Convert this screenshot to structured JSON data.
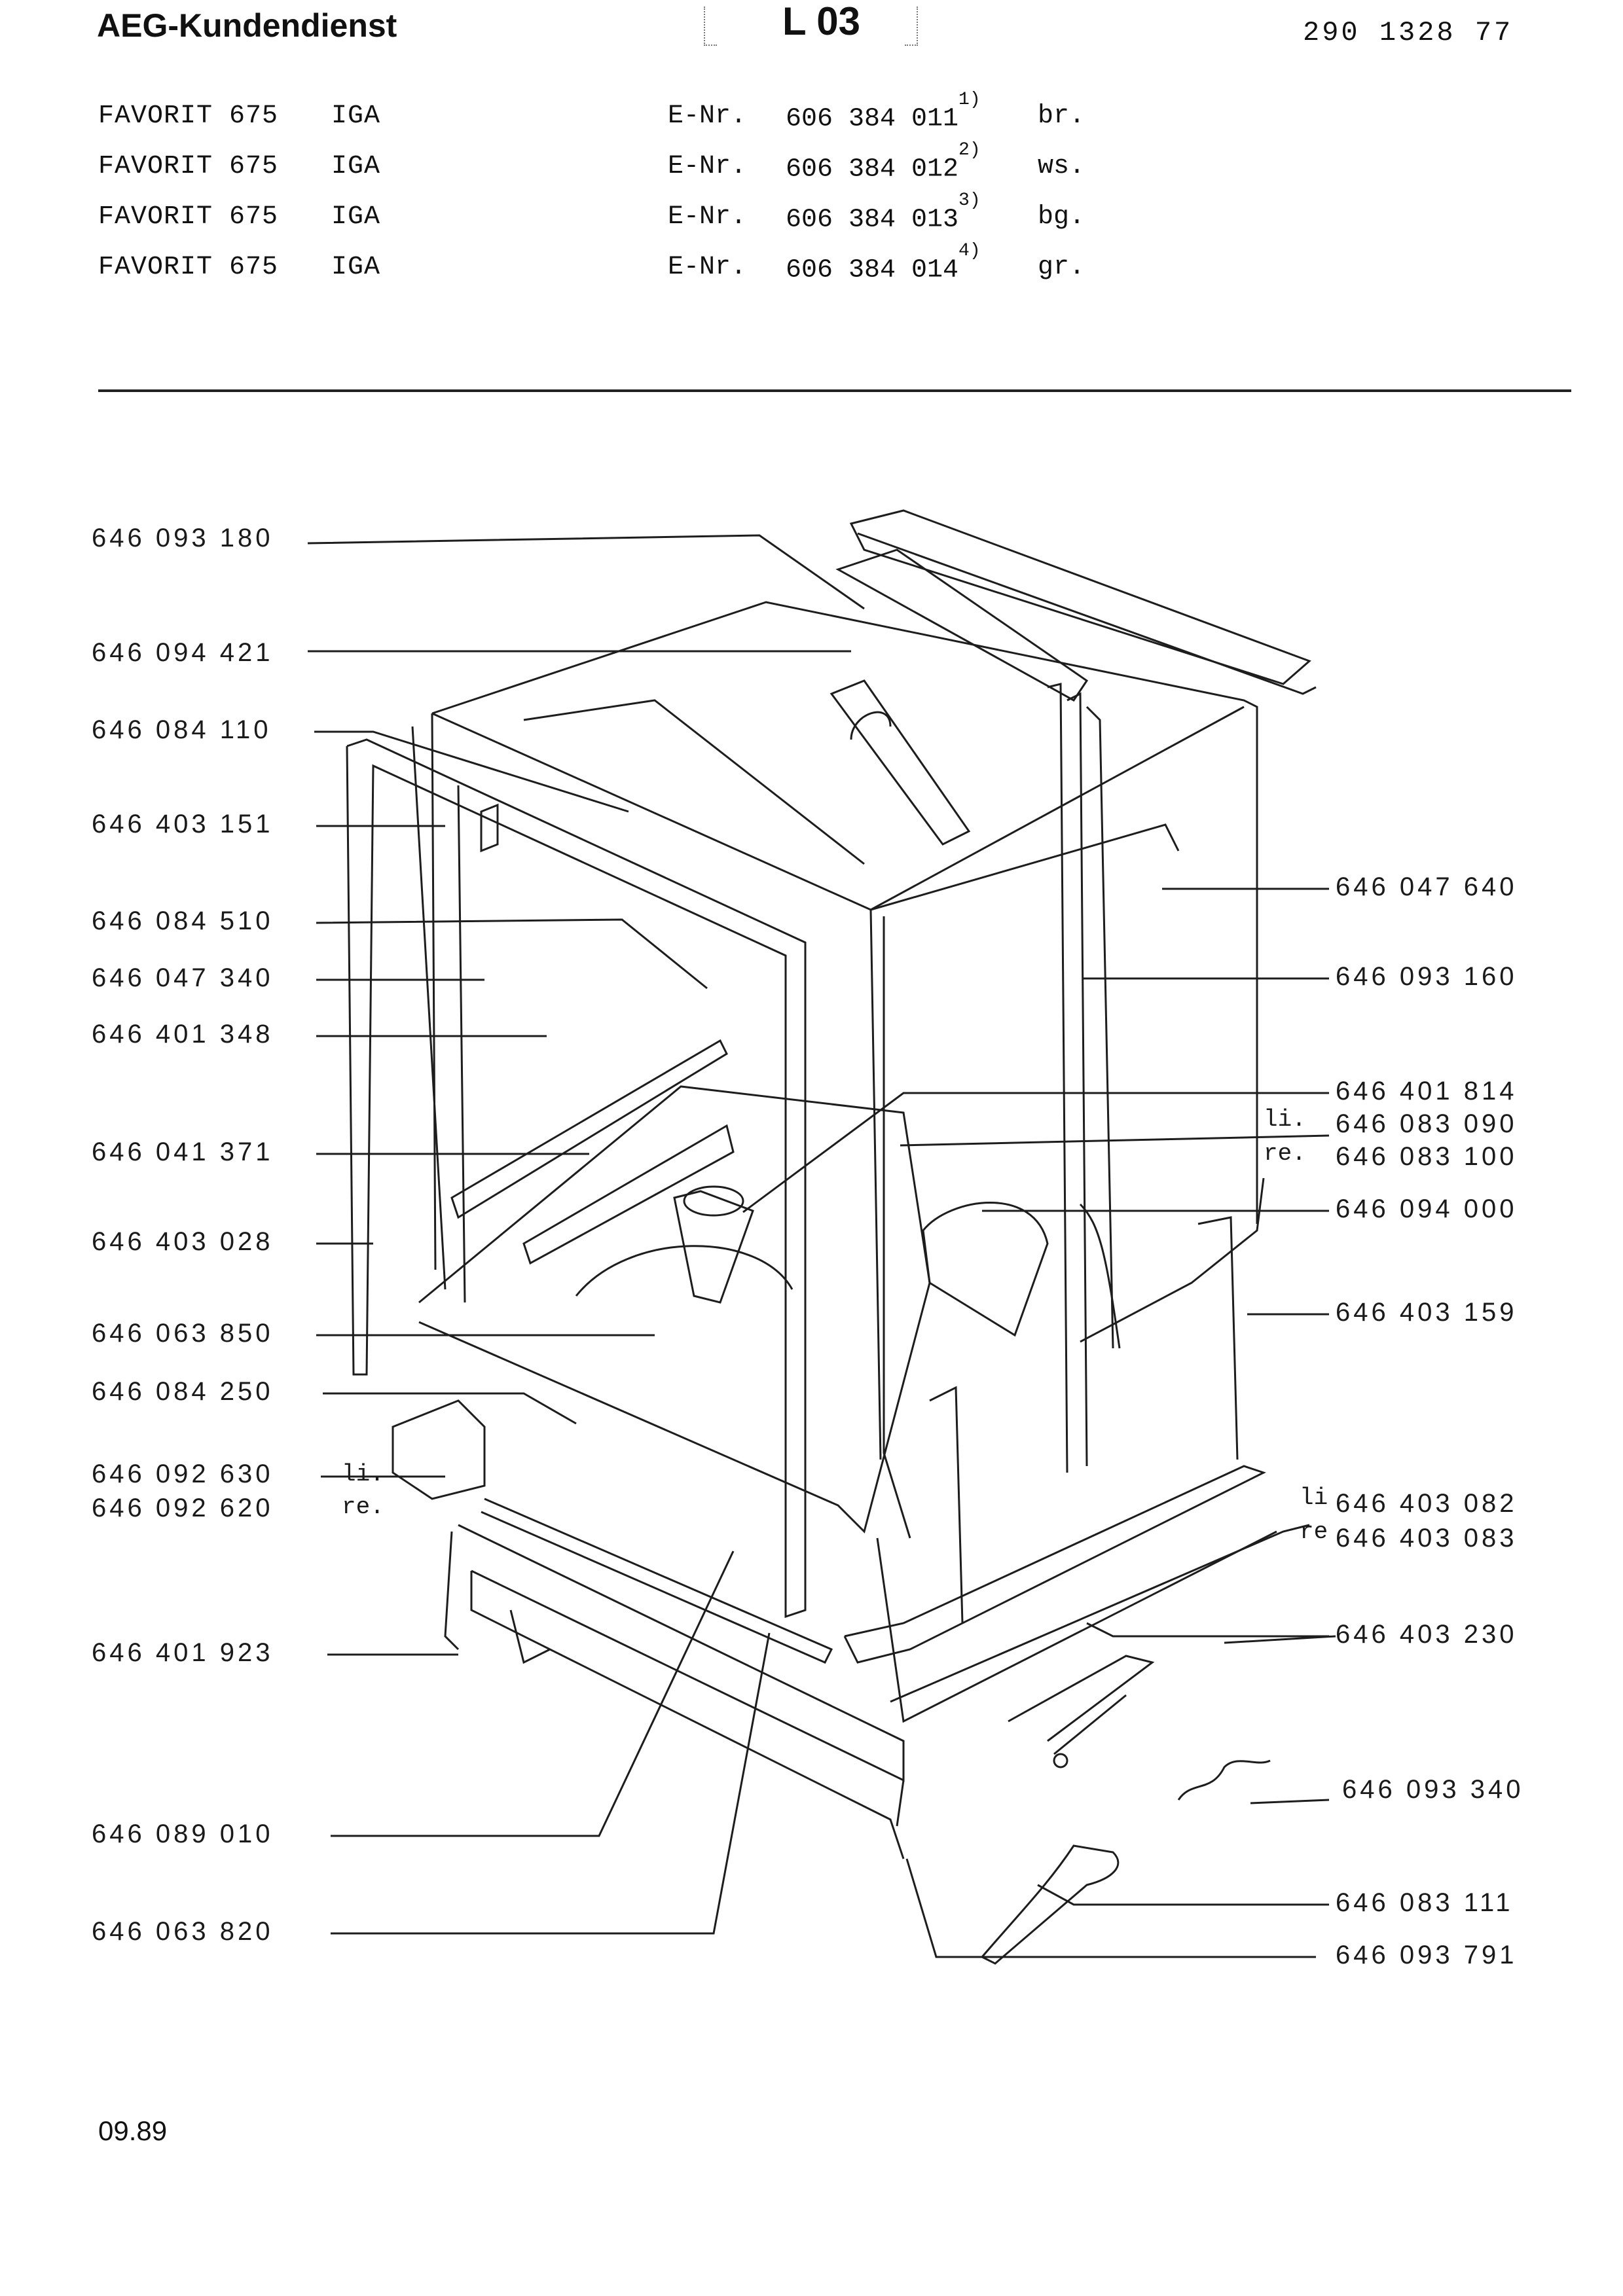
{
  "header": {
    "brand": "AEG-Kundendienst",
    "sheet_code": "L 03",
    "document_number": "290 1328 77"
  },
  "models": [
    {
      "name": "FAVORIT",
      "number": "675",
      "variant": "IGA",
      "enr_label": "E-Nr.",
      "enr": "606 384 011",
      "note": "1)",
      "color": "br."
    },
    {
      "name": "FAVORIT",
      "number": "675",
      "variant": "IGA",
      "enr_label": "E-Nr.",
      "enr": "606 384 012",
      "note": "2)",
      "color": "ws."
    },
    {
      "name": "FAVORIT",
      "number": "675",
      "variant": "IGA",
      "enr_label": "E-Nr.",
      "enr": "606 384 013",
      "note": "3)",
      "color": "bg."
    },
    {
      "name": "FAVORIT",
      "number": "675",
      "variant": "IGA",
      "enr_label": "E-Nr.",
      "enr": "606 384 014",
      "note": "4)",
      "color": "gr."
    }
  ],
  "parts_left": [
    "646 093 180",
    "646 094 421",
    "646 084 110",
    "646 403 151",
    "646 084 510",
    "646 047 340",
    "646 401 348",
    "646 041 371",
    "646 403 028",
    "646 063 850",
    "646 084 250",
    "646 092 630",
    "646 092 620",
    "646 401 923",
    "646 089 010",
    "646 063 820"
  ],
  "parts_left_side_labels": {
    "li": "li.",
    "re": "re."
  },
  "parts_right": [
    "646 047 640",
    "646 093 160",
    "646 401 814",
    "646 083 090",
    "646 083 100",
    "646 094 000",
    "646 403 159",
    "646 403 082",
    "646 403 083",
    "646 403 230",
    "646 093 340",
    "646 083 111",
    "646 093 791"
  ],
  "parts_right_side_labels": {
    "li_a": "li.",
    "re_a": "re.",
    "li_b": "li",
    "re_b": "re"
  },
  "footer": {
    "date": "09.89"
  }
}
